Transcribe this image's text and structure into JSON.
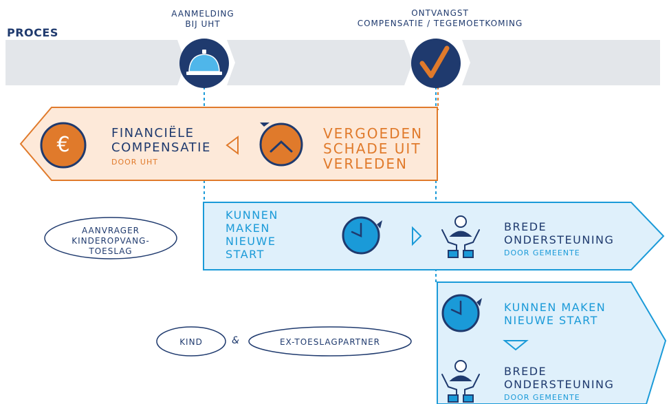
{
  "process": {
    "label": "PROCES",
    "milestone_1": [
      "AANMELDING",
      "BIJ UHT"
    ],
    "milestone_2": [
      "ONTVANGST",
      "COMPENSATIE / TEGEMOETKOMING"
    ]
  },
  "orange_band": {
    "financial": [
      "FINANCIËLE",
      "COMPENSATIE"
    ],
    "financial_sub": "DOOR UHT",
    "reimburse": [
      "VERGOEDEN",
      "SCHADE UIT",
      "VERLEDEN"
    ],
    "euro_symbol": "€"
  },
  "blue_band_1": {
    "fresh_start": [
      "KUNNEN",
      "MAKEN",
      "NIEUWE",
      "START"
    ],
    "support": [
      "BREDE",
      "ONDERSTEUNING"
    ],
    "support_sub": "DOOR GEMEENTE"
  },
  "blue_band_2": {
    "fresh_start": [
      "KUNNEN MAKEN",
      "NIEUWE START"
    ],
    "support": [
      "BREDE",
      "ONDERSTEUNING"
    ],
    "support_sub": "DOOR GEMEENTE"
  },
  "actors": {
    "applicant": [
      "AANVRAGER",
      "KINDEROPVANG-",
      "TOESLAG"
    ],
    "child": "KIND",
    "ampersand": "&",
    "ex_partner": "EX-TOESLAGPARTNER"
  },
  "colors": {
    "navy": "#1f3a6e",
    "orange": "#e07a2b",
    "orange_fill": "#fde9d9",
    "blue": "#1a9ad8",
    "blue_fill": "#dff0fb",
    "grey_band": "#e3e6ea"
  },
  "icons": [
    "bell-icon",
    "checkmark-icon",
    "euro-icon",
    "history-clock-icon",
    "clock-icon",
    "helping-hands-icon",
    "arrow-left-icon",
    "arrow-right-icon",
    "arrow-down-icon"
  ]
}
